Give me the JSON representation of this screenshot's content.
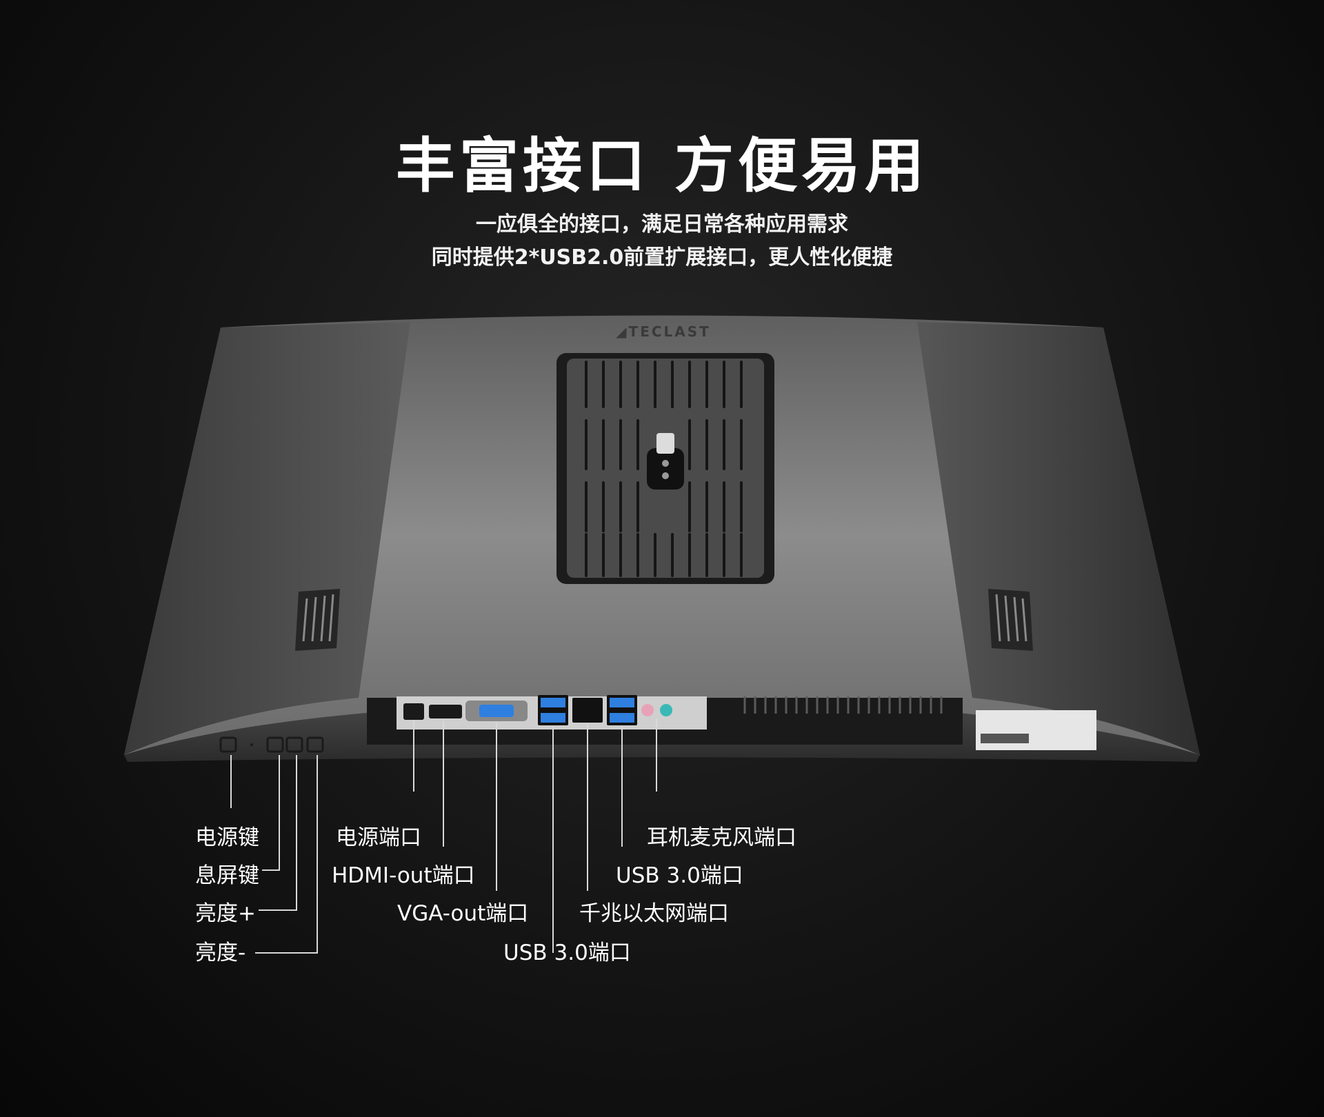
{
  "title": "丰富接口  方便易用",
  "subtitle_lines": [
    "一应俱全的接口，满足日常各种应用需求",
    "同时提供2*USB2.0前置扩展接口，更人性化便捷"
  ],
  "brand": "TECLAST",
  "labels": {
    "power_key": "电源键",
    "screen_off_key": "息屏键",
    "brightness_up": "亮度+",
    "brightness_down": "亮度-",
    "power_port": "电源端口",
    "hdmi_out": "HDMI-out端口",
    "vga_out": "VGA-out端口",
    "usb30_left": "USB 3.0端口",
    "ethernet": "千兆以太网端口",
    "usb30_right": "USB 3.0端口",
    "audio_jack": "耳机麦克风端口"
  },
  "colors": {
    "background": "#0d0d0d",
    "body": "#8a8a8a",
    "usb_blue": "#2f7fe0",
    "jack_pink": "#e7a2b8",
    "jack_teal": "#39b9b5"
  }
}
